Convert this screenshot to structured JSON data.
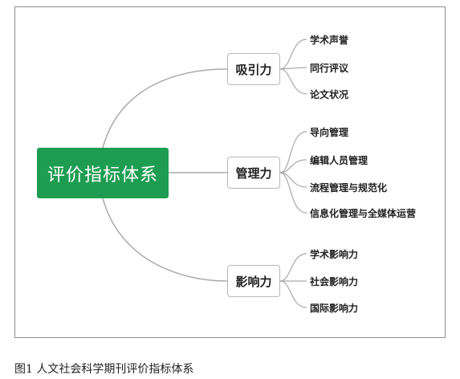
{
  "diagram": {
    "root": "评价指标体系",
    "branches": [
      {
        "label": "吸引力",
        "children": [
          "学术声誉",
          "同行评议",
          "论文状况"
        ]
      },
      {
        "label": "管理力",
        "children": [
          "导向管理",
          "编辑人员管理",
          "流程管理与规范化",
          "信息化管理与全媒体运营"
        ]
      },
      {
        "label": "影响力",
        "children": [
          "学术影响力",
          "社会影响力",
          "国际影响力"
        ]
      }
    ],
    "colors": {
      "root_fill": "#1e9d52",
      "line": "#aaaaaa",
      "frame": "#8f8f8f"
    }
  },
  "caption": "图1  人文社会科学期刊评价指标体系"
}
